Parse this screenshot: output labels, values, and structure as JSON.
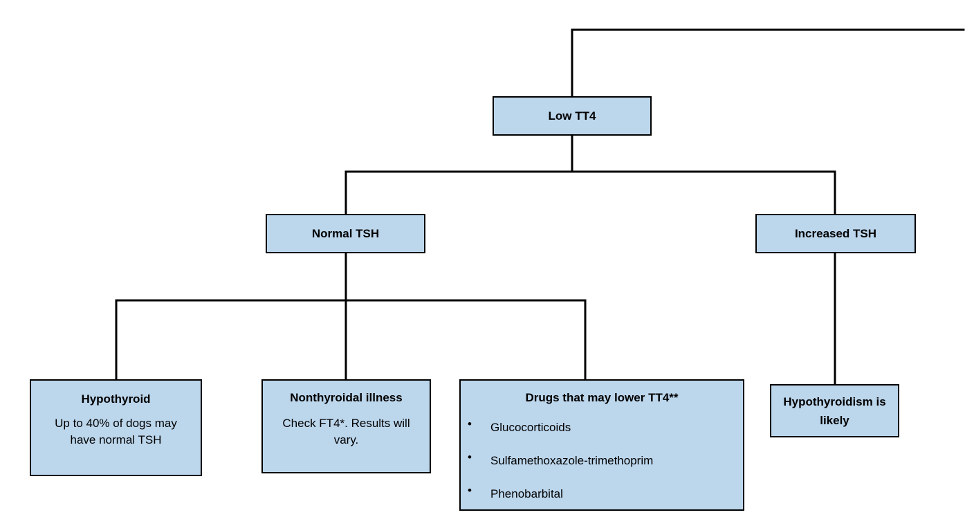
{
  "nodes": {
    "low_tt4": {
      "label": "Low TT4"
    },
    "normal_tsh": {
      "label": "Normal TSH"
    },
    "increased_tsh": {
      "label": "Increased TSH"
    },
    "hypothyroid": {
      "label": "Hypothyroid",
      "text_line1": "Up to 40% of dogs may",
      "text_line2": "have normal TSH"
    },
    "nonthyroidal": {
      "label": "Nonthyroidal illness",
      "text_line1": "Check FT4*. Results will",
      "text_line2": "vary."
    },
    "drugs": {
      "label": "Drugs that may lower TT4**",
      "items": [
        "Glucocorticoids",
        "Sulfamethoxazole-trimethoprim",
        "Phenobarbital"
      ]
    },
    "hypothyroidism_likely": {
      "label_line1": "Hypothyroidism is",
      "label_line2": "likely"
    }
  },
  "style": {
    "box_fill": "#bcd6ec",
    "line_color": "#000000",
    "bullet_glyph": "•"
  }
}
